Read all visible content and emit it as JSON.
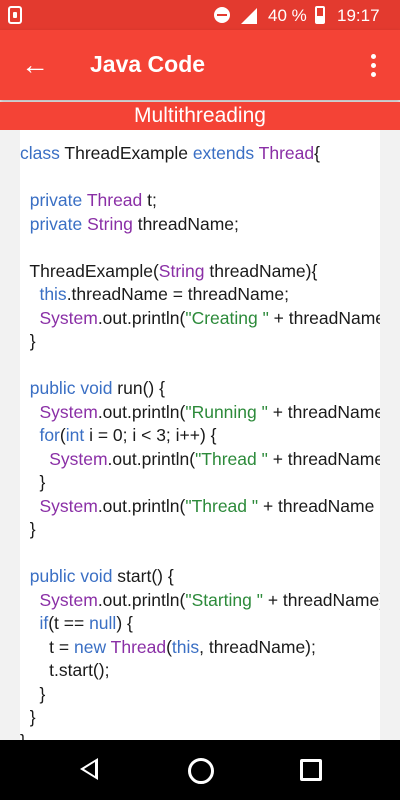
{
  "status_bar": {
    "battery_percent": "40 %",
    "time": "19:17"
  },
  "app_bar": {
    "title": "Java Code",
    "back_icon": "arrow-back-icon",
    "menu_icon": "more-vert-icon"
  },
  "section": {
    "title": "Multithreading"
  },
  "code": {
    "lines": [
      [
        [
          "kw",
          "class "
        ],
        [
          "",
          "ThreadExample "
        ],
        [
          "kw",
          "extends "
        ],
        [
          "cls",
          "Thread"
        ],
        [
          "",
          "{"
        ]
      ],
      [],
      [
        [
          "",
          "  "
        ],
        [
          "kw",
          "private "
        ],
        [
          "cls",
          "Thread "
        ],
        [
          "",
          "t;"
        ]
      ],
      [
        [
          "",
          "  "
        ],
        [
          "kw",
          "private "
        ],
        [
          "cls",
          "String "
        ],
        [
          "",
          "threadName;"
        ]
      ],
      [],
      [
        [
          "",
          "  ThreadExample("
        ],
        [
          "cls",
          "String "
        ],
        [
          "",
          "threadName){"
        ]
      ],
      [
        [
          "",
          "    "
        ],
        [
          "kw",
          "this"
        ],
        [
          "",
          ".threadName = threadName;"
        ]
      ],
      [
        [
          "",
          "    "
        ],
        [
          "cls",
          "System"
        ],
        [
          "",
          ".out.println("
        ],
        [
          "str",
          "\"Creating \""
        ],
        [
          "",
          " + threadName);"
        ]
      ],
      [
        [
          "",
          "  }"
        ]
      ],
      [],
      [
        [
          "",
          "  "
        ],
        [
          "kw",
          "public void "
        ],
        [
          "",
          "run() {"
        ]
      ],
      [
        [
          "",
          "    "
        ],
        [
          "cls",
          "System"
        ],
        [
          "",
          ".out.println("
        ],
        [
          "str",
          "\"Running \""
        ],
        [
          "",
          " + threadName);"
        ]
      ],
      [
        [
          "",
          "    "
        ],
        [
          "kw",
          "for"
        ],
        [
          "",
          "("
        ],
        [
          "kw",
          "int "
        ],
        [
          "",
          "i = 0; i < 3; i++) {"
        ]
      ],
      [
        [
          "",
          "      "
        ],
        [
          "cls",
          "System"
        ],
        [
          "",
          ".out.println("
        ],
        [
          "str",
          "\"Thread \""
        ],
        [
          "",
          " + threadName + \", \" + i);"
        ]
      ],
      [
        [
          "",
          "    }"
        ]
      ],
      [
        [
          "",
          "    "
        ],
        [
          "cls",
          "System"
        ],
        [
          "",
          ".out.println("
        ],
        [
          "str",
          "\"Thread \""
        ],
        [
          "",
          " + threadName + \" exiting.\");"
        ]
      ],
      [
        [
          "",
          "  }"
        ]
      ],
      [],
      [
        [
          "",
          "  "
        ],
        [
          "kw",
          "public void "
        ],
        [
          "",
          "start() {"
        ]
      ],
      [
        [
          "",
          "    "
        ],
        [
          "cls",
          "System"
        ],
        [
          "",
          ".out.println("
        ],
        [
          "str",
          "\"Starting \""
        ],
        [
          "",
          " + threadName);"
        ]
      ],
      [
        [
          "",
          "    "
        ],
        [
          "kw",
          "if"
        ],
        [
          "",
          "(t == "
        ],
        [
          "kw",
          "null"
        ],
        [
          "",
          ") {"
        ]
      ],
      [
        [
          "",
          "      t = "
        ],
        [
          "kw",
          "new "
        ],
        [
          "cls",
          "Thread"
        ],
        [
          "",
          "("
        ],
        [
          "kw",
          "this"
        ],
        [
          "",
          ", threadName);"
        ]
      ],
      [
        [
          "",
          "      t.start();"
        ]
      ],
      [
        [
          "",
          "    }"
        ]
      ],
      [
        [
          "",
          "  }"
        ]
      ],
      [
        [
          "",
          "}"
        ]
      ]
    ]
  }
}
